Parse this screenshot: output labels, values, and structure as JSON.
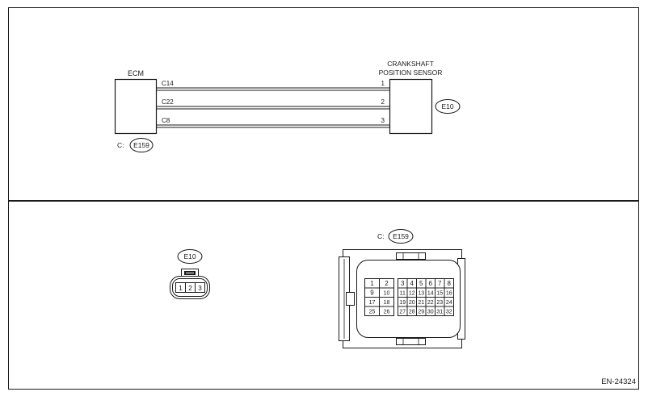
{
  "ecm": {
    "label": "ECM",
    "connector_prefix": "C:",
    "connector_id": "E159"
  },
  "sensor": {
    "label_line1": "CRANKSHAFT",
    "label_line2": "POSITION SENSOR",
    "connector_id": "E10"
  },
  "wires": [
    {
      "ecm_pin": "C14",
      "sensor_pin": "1"
    },
    {
      "ecm_pin": "C22",
      "sensor_pin": "2"
    },
    {
      "ecm_pin": "C8",
      "sensor_pin": "3"
    }
  ],
  "connector_e10": {
    "id": "E10",
    "pins": [
      "1",
      "2",
      "3"
    ]
  },
  "connector_e159": {
    "prefix": "C:",
    "id": "E159",
    "left_block": [
      [
        "1",
        "2"
      ],
      [
        "9",
        "10"
      ],
      [
        "17",
        "18"
      ],
      [
        "25",
        "26"
      ]
    ],
    "right_block": [
      [
        "3",
        "4",
        "5",
        "6",
        "7",
        "8"
      ],
      [
        "11",
        "12",
        "13",
        "14",
        "15",
        "16"
      ],
      [
        "19",
        "20",
        "21",
        "22",
        "23",
        "24"
      ],
      [
        "27",
        "28",
        "29",
        "30",
        "31",
        "32"
      ]
    ]
  },
  "figure_code": "EN-24324"
}
